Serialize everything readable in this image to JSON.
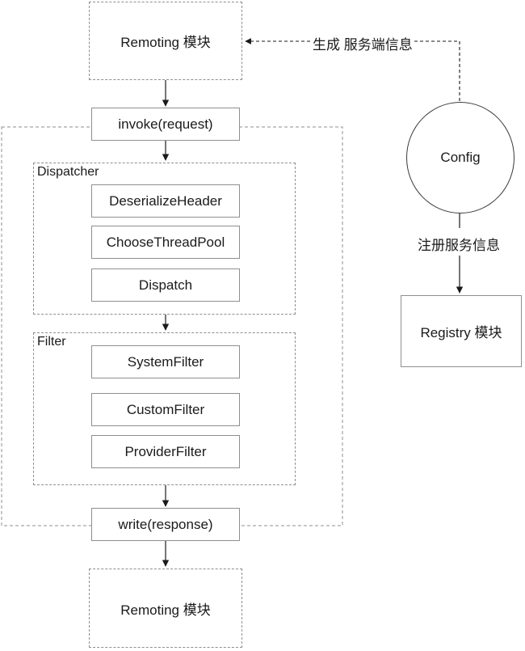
{
  "nodes": {
    "remoting_top": "Remoting 模块",
    "invoke": "invoke(request)",
    "dispatcher_group": "Dispatcher",
    "deserialize_header": "DeserializeHeader",
    "choose_thread_pool": "ChooseThreadPool",
    "dispatch": "Dispatch",
    "filter_group": "Filter",
    "system_filter": "SystemFilter",
    "custom_filter": "CustomFilter",
    "provider_filter": "ProviderFilter",
    "write": "write(response)",
    "remoting_bottom": "Remoting 模块",
    "config": "Config",
    "registry": "Registry 模块"
  },
  "edges": {
    "config_to_remoting": "生成 服务端信息",
    "config_to_registry": "注册服务信息"
  }
}
